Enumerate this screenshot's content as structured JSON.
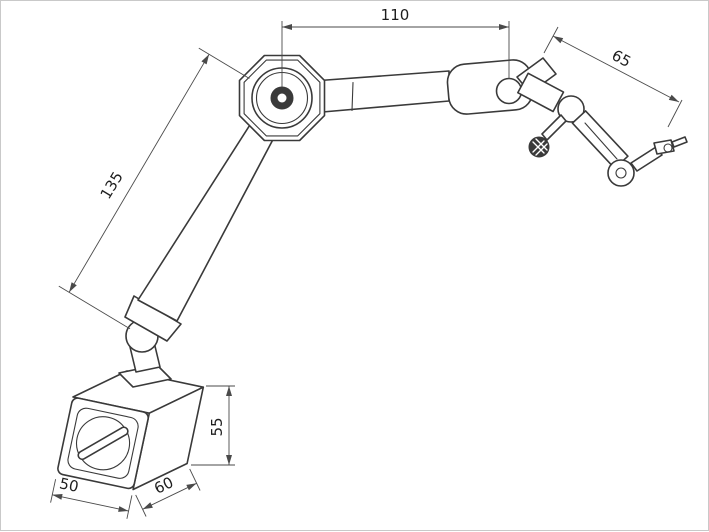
{
  "dims": {
    "top_span": "110",
    "head_length": "65",
    "lower_arm": "135",
    "base_height": "55",
    "base_width": "50",
    "base_depth": "60"
  },
  "colors": {
    "line": "#3a3a3a",
    "dimension": "#4a4a4a",
    "dark_fill": "#3a3a3a",
    "background": "#ffffff"
  }
}
